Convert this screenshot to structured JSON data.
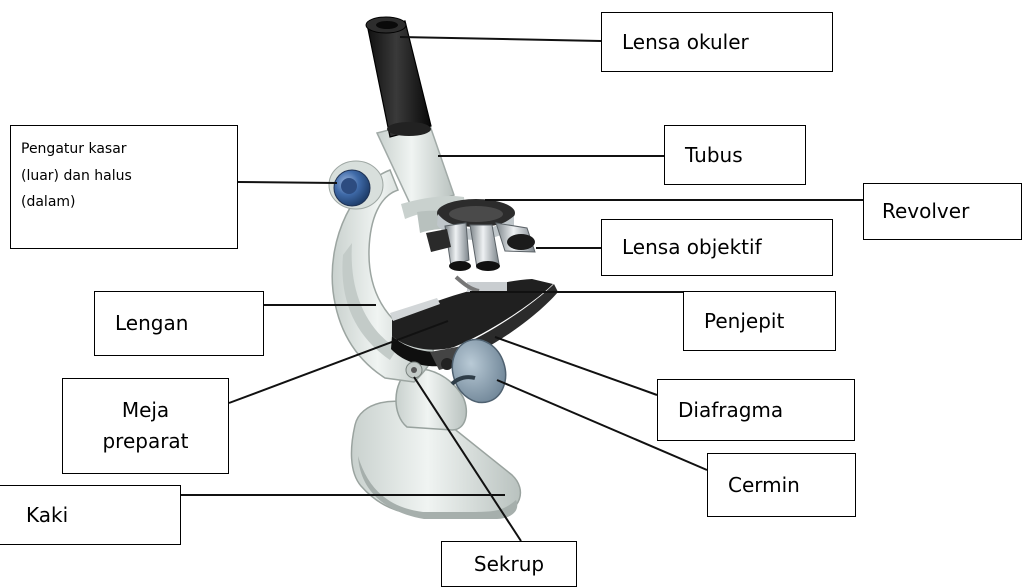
{
  "labels": {
    "lensa_okuler": "Lensa okuler",
    "pengatur": "Pengatur kasar\n(luar) dan halus\n(dalam)",
    "tubus": "Tubus",
    "revolver": "Revolver",
    "lensa_objektif": "Lensa objektif",
    "lengan": "Lengan",
    "penjepit": "Penjepit",
    "meja_preparat": "Meja\npreparat",
    "diafragma": "Diafragma",
    "cermin": "Cermin",
    "kaki": "Kaki",
    "sekrup": "Sekrup"
  },
  "colors": {
    "body": "#dfe5e2",
    "body_shadow": "#aeb7b4",
    "dark": "#1a1a1a",
    "metal": "#b7bdc1",
    "mirror": "#8fa4b5",
    "knob_blue": "#2c4f86"
  }
}
